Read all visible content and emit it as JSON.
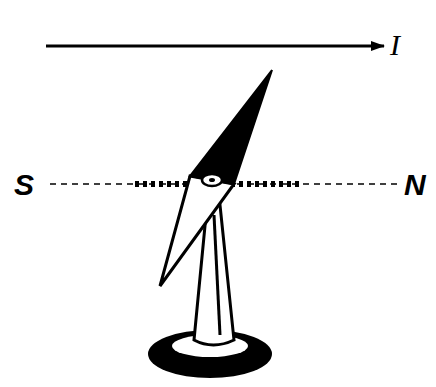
{
  "diagram": {
    "labels": [
      "I",
      "S",
      "N"
    ]
  }
}
